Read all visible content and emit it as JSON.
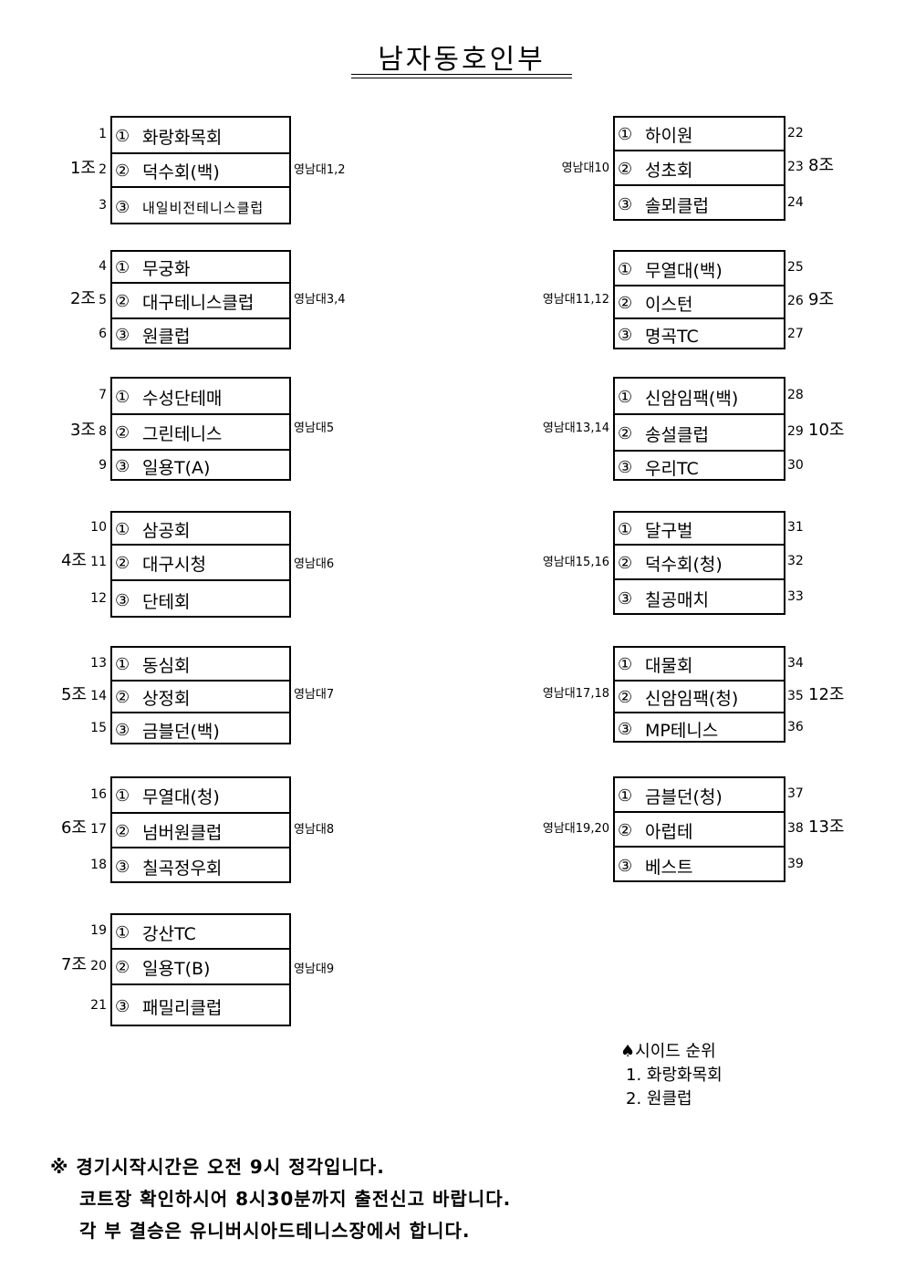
{
  "title": "남자동호인부",
  "left_groups": [
    {
      "group": "1조",
      "court": "영남대1,2",
      "teams": [
        {
          "num": "1",
          "rank": "①",
          "name": "화랑화목회"
        },
        {
          "num": "2",
          "rank": "②",
          "name": "덕수회(백)"
        },
        {
          "num": "3",
          "rank": "③",
          "name": "내일비전테니스클럽"
        }
      ]
    },
    {
      "group": "2조",
      "court": "영남대3,4",
      "teams": [
        {
          "num": "4",
          "rank": "①",
          "name": "무궁화"
        },
        {
          "num": "5",
          "rank": "②",
          "name": "대구테니스클럽"
        },
        {
          "num": "6",
          "rank": "③",
          "name": "원클럽"
        }
      ]
    },
    {
      "group": "3조",
      "court": "영남대5",
      "teams": [
        {
          "num": "7",
          "rank": "①",
          "name": "수성단테매"
        },
        {
          "num": "8",
          "rank": "②",
          "name": "그린테니스"
        },
        {
          "num": "9",
          "rank": "③",
          "name": "일용T(A)"
        }
      ]
    },
    {
      "group": "4조",
      "court": "영남대6",
      "teams": [
        {
          "num": "10",
          "rank": "①",
          "name": "삼공회"
        },
        {
          "num": "11",
          "rank": "②",
          "name": "대구시청"
        },
        {
          "num": "12",
          "rank": "③",
          "name": "단테회"
        }
      ]
    },
    {
      "group": "5조",
      "court": "영남대7",
      "teams": [
        {
          "num": "13",
          "rank": "①",
          "name": "동심회"
        },
        {
          "num": "14",
          "rank": "②",
          "name": "상정회"
        },
        {
          "num": "15",
          "rank": "③",
          "name": "금블던(백)"
        }
      ]
    },
    {
      "group": "6조",
      "court": "영남대8",
      "teams": [
        {
          "num": "16",
          "rank": "①",
          "name": "무열대(청)"
        },
        {
          "num": "17",
          "rank": "②",
          "name": "넘버원클럽"
        },
        {
          "num": "18",
          "rank": "③",
          "name": "칠곡정우회"
        }
      ]
    },
    {
      "group": "7조",
      "court": "영남대9",
      "teams": [
        {
          "num": "19",
          "rank": "①",
          "name": "강산TC"
        },
        {
          "num": "20",
          "rank": "②",
          "name": "일용T(B)"
        },
        {
          "num": "21",
          "rank": "③",
          "name": "패밀리클럽"
        }
      ]
    }
  ],
  "right_groups": [
    {
      "group": "8조",
      "court": "영남대10",
      "teams": [
        {
          "num": "22",
          "rank": "①",
          "name": "하이원"
        },
        {
          "num": "23",
          "rank": "②",
          "name": "성초회"
        },
        {
          "num": "24",
          "rank": "③",
          "name": "솔뫼클럽"
        }
      ]
    },
    {
      "group": "9조",
      "court": "영남대11,12",
      "teams": [
        {
          "num": "25",
          "rank": "①",
          "name": "무열대(백)"
        },
        {
          "num": "26",
          "rank": "②",
          "name": "이스턴"
        },
        {
          "num": "27",
          "rank": "③",
          "name": "명곡TC"
        }
      ]
    },
    {
      "group": "10조",
      "court": "영남대13,14",
      "teams": [
        {
          "num": "28",
          "rank": "①",
          "name": "신암임팩(백)"
        },
        {
          "num": "29",
          "rank": "②",
          "name": "송설클럽"
        },
        {
          "num": "30",
          "rank": "③",
          "name": "우리TC"
        }
      ]
    },
    {
      "group": "",
      "court": "영남대15,16",
      "teams": [
        {
          "num": "31",
          "rank": "①",
          "name": "달구벌"
        },
        {
          "num": "32",
          "rank": "②",
          "name": "덕수회(청)"
        },
        {
          "num": "33",
          "rank": "③",
          "name": "칠공매치"
        }
      ]
    },
    {
      "group": "12조",
      "court": "영남대17,18",
      "teams": [
        {
          "num": "34",
          "rank": "①",
          "name": "대물회"
        },
        {
          "num": "35",
          "rank": "②",
          "name": "신암임팩(청)"
        },
        {
          "num": "36",
          "rank": "③",
          "name": "MP테니스"
        }
      ]
    },
    {
      "group": "13조",
      "court": "영남대19,20",
      "teams": [
        {
          "num": "37",
          "rank": "①",
          "name": "금블던(청)"
        },
        {
          "num": "38",
          "rank": "②",
          "name": "아럽테"
        },
        {
          "num": "39",
          "rank": "③",
          "name": "베스트"
        }
      ]
    }
  ],
  "seeds": {
    "heading": "♠시이드 순위",
    "items": [
      "1. 화랑화목회",
      "2. 원클럽"
    ]
  },
  "notice": {
    "lines": [
      "※ 경기시작시간은 오전 9시 정각입니다.",
      "코트장 확인하시어 8시30분까지 출전신고 바랍니다.",
      "각 부 결승은 유니버시아드테니스장에서 합니다."
    ]
  }
}
